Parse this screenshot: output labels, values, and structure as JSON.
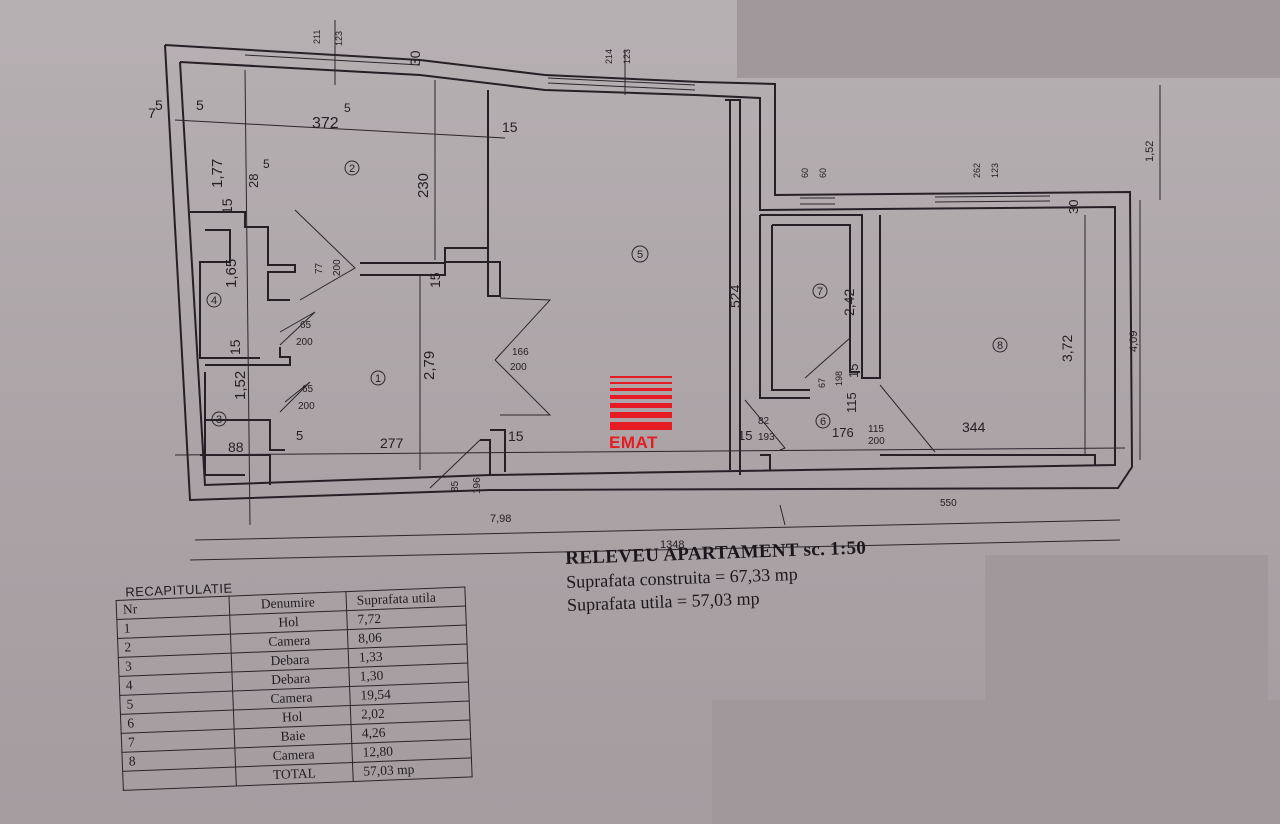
{
  "plan": {
    "rooms": [
      {
        "id": "room-1",
        "label": "1"
      },
      {
        "id": "room-2",
        "label": "2"
      },
      {
        "id": "room-3",
        "label": "3"
      },
      {
        "id": "room-4",
        "label": "4"
      },
      {
        "id": "room-5",
        "label": "5"
      },
      {
        "id": "room-6",
        "label": "6"
      },
      {
        "id": "room-7",
        "label": "7"
      },
      {
        "id": "room-8",
        "label": "8"
      }
    ],
    "dimensions": {
      "d372": "372",
      "d372s": "5",
      "d230": "230",
      "d15a": "15",
      "d15b": "15",
      "d15c": "15",
      "d15d": "15",
      "d15e": "15",
      "d15f": "15",
      "d15g": "15",
      "d15h": "15",
      "d177": "1,77",
      "d165": "1,65",
      "d152": "1,52",
      "d279": "2,79",
      "d277": "277",
      "d88": "88",
      "d524": "524",
      "d242": "2,42",
      "d372b": "3,72",
      "d344": "344",
      "d176": "176",
      "d798": "7,98",
      "d1348": "1348",
      "d550": "550",
      "d30a": "30",
      "d30b": "30",
      "d409": "4,09",
      "d152r": "1,52",
      "d7a": "7",
      "d5a": "5",
      "d5b": "5",
      "d77": "77",
      "d200a": "200",
      "d65a": "65",
      "d200b": "200",
      "d65b": "65",
      "d200c": "200",
      "d166": "166",
      "d200d": "200",
      "d82": "82",
      "d193": "193",
      "d115": "115",
      "d200e": "200",
      "d60a": "60",
      "d60b": "60",
      "d85": "85",
      "d196": "196",
      "d211": "211",
      "d123a": "123",
      "d214": "214",
      "d123b": "123",
      "d262": "262",
      "d123c": "123",
      "d67": "67",
      "d198": "198",
      "d85b": "85",
      "d15x": "15",
      "d5c": "5",
      "d28": "28"
    }
  },
  "logo": {
    "text": "EMAT",
    "color": "#e61c24"
  },
  "title_block": {
    "title": "RELEVEU APARTAMENT",
    "scale": "sc. 1:50",
    "constructed": "Suprafata construita = 67,33 mp",
    "useful": "Suprafata utila = 57,03 mp"
  },
  "recap": {
    "caption": "RECAPITULATIE",
    "headers": [
      "Nr",
      "Denumire",
      "Suprafata utila"
    ],
    "rows": [
      {
        "nr": "1",
        "name": "Hol",
        "area": "7,72"
      },
      {
        "nr": "2",
        "name": "Camera",
        "area": "8,06"
      },
      {
        "nr": "3",
        "name": "Debara",
        "area": "1,33"
      },
      {
        "nr": "4",
        "name": "Debara",
        "area": "1,30"
      },
      {
        "nr": "5",
        "name": "Camera",
        "area": "19,54"
      },
      {
        "nr": "6",
        "name": "Hol",
        "area": "2,02"
      },
      {
        "nr": "7",
        "name": "Baie",
        "area": "4,26"
      },
      {
        "nr": "8",
        "name": "Camera",
        "area": "12,80"
      }
    ],
    "total": {
      "nr": "",
      "name": "TOTAL",
      "area": "57,03 mp"
    }
  }
}
